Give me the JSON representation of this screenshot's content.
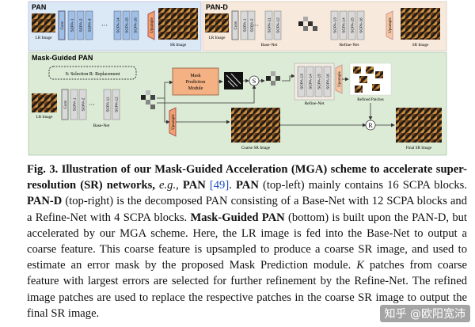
{
  "figure": {
    "panels": {
      "pan": "PAN",
      "pan_d": "PAN-D",
      "mask_guided": "Mask-Guided PAN"
    },
    "labels": {
      "lr_image": "LR Image",
      "sr_image": "SR Image",
      "conv": "Conv",
      "upsample": "Upsample",
      "ellipsis": "···",
      "base_net": "Base-Net",
      "refine_net": "Refine-Net",
      "mask_prediction": [
        "Mask",
        "Prediction",
        "Module"
      ],
      "legend": "S: Selection   R: Replacement",
      "s": "S",
      "r": "R",
      "refined_patches": "Refined Patches",
      "coarse_sr": "Coarse SR Image",
      "final_sr": "Final SR Image"
    },
    "pan_scpa": [
      "SCPA-1",
      "SCPA-2",
      "SCPA-3",
      "SCPA-14",
      "SCPA-15",
      "SCPA-16"
    ],
    "pand_base_scpa": [
      "SCPA-1",
      "SCPA-2",
      "SCPA-11",
      "SCPA-12"
    ],
    "pand_refine_scpa": [
      "SCPA-13",
      "SCPA-14",
      "SCPA-15",
      "SCPA-16"
    ],
    "mg_base_scpa": [
      "SCPA-1",
      "SCPA-2",
      "SCPA-11",
      "SCPA-12"
    ],
    "mg_refine_scpa": [
      "SCPA-13",
      "SCPA-14",
      "SCPA-15",
      "SCPA-16"
    ]
  },
  "caption": {
    "fig_label": "Fig. 3.",
    "title": "Illustration of our Mask-Guided Acceleration (MGA) scheme to accelerate super-resolution (SR) networks,",
    "eg": "e.g.,",
    "pan": "PAN",
    "ref": "[49]",
    "s1_rest": ". ",
    "s2_a": " (top-left) mainly contains 16 SCPA blocks. ",
    "pan_d": "PAN-D",
    "s3": " (top-right) is the decomposed PAN consisting of a Base-Net with 12 SCPA blocks and a Refine-Net with 4 SCPA blocks. ",
    "mg_pan": "Mask-Guided PAN",
    "s4": " (bottom) is built upon the PAN-D, but accelerated by our MGA scheme. Here, the LR image is fed into the Base-Net to output a coarse feature. This coarse feature is upsampled to produce a coarse SR image, and used to estimate an error mask by the proposed Mask Prediction module. ",
    "k": "K",
    "s5": " patches from coarse feature with largest errors are selected for further refinement by the Refine-Net. The refined image patches are used to replace the respective patches in the coarse SR image to output the final SR image."
  },
  "watermark": "知乎 @欧阳宽沛"
}
